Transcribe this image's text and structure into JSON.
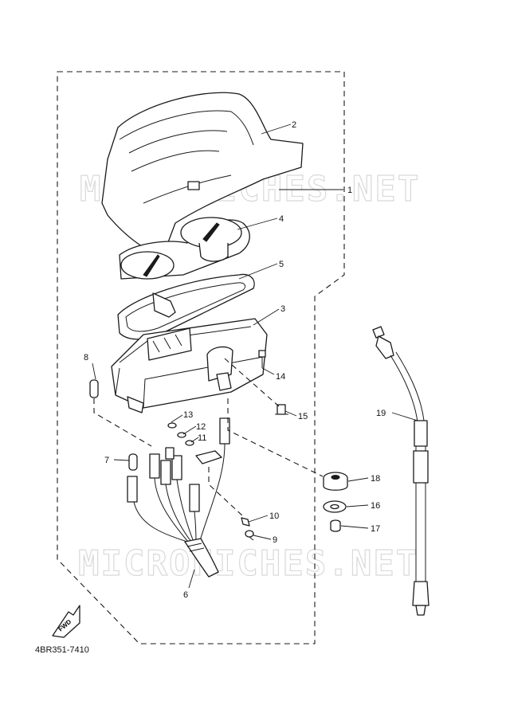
{
  "watermark": {
    "text_top": "MICROFICHES.NET",
    "text_bottom": "MICROFICHES.NET"
  },
  "diagram": {
    "code": "4BR351-7410",
    "fwd_label": "FWD",
    "callouts": [
      "1",
      "2",
      "3",
      "4",
      "5",
      "6",
      "7",
      "8",
      "9",
      "10",
      "11",
      "12",
      "13",
      "14",
      "15",
      "16",
      "17",
      "18",
      "19"
    ]
  }
}
